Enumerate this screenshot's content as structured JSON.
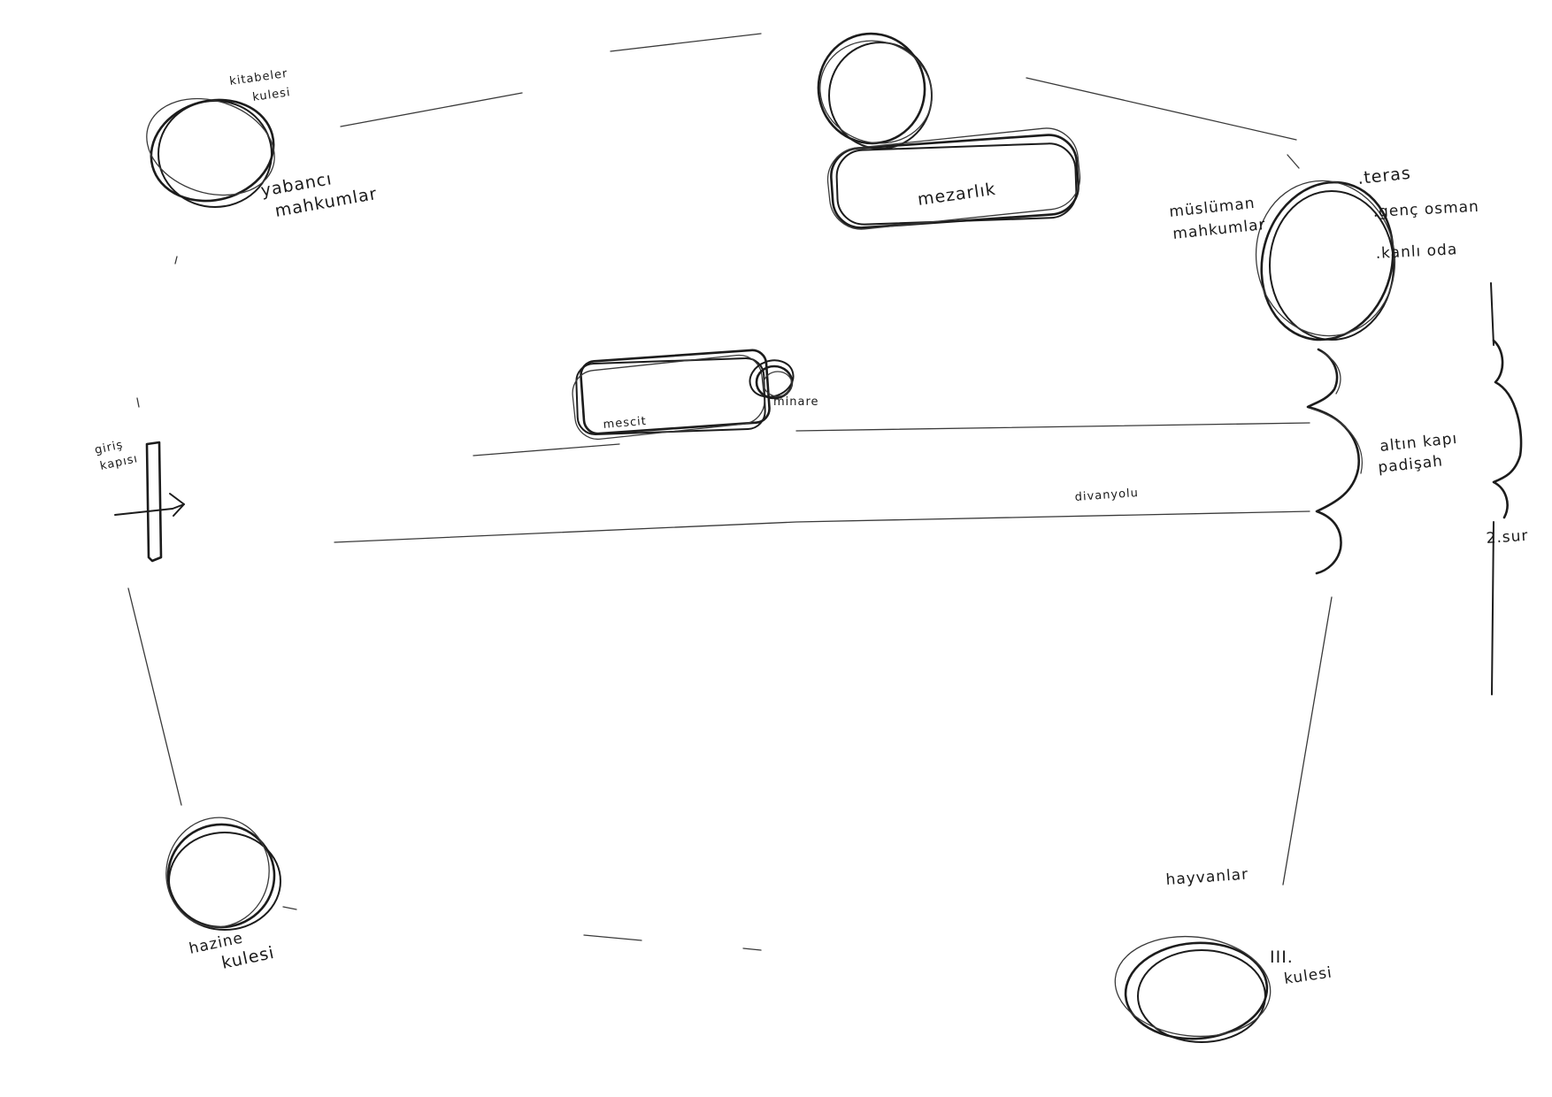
{
  "labels": {
    "kitabeler_kulesi_line1": "kitabeler",
    "kitabeler_kulesi_line2": "kulesi",
    "yabanci_line1": "yabancı",
    "yabanci_line2": "mahkumlar",
    "mezarlik": "mezarlık",
    "musluman_line1": "müslüman",
    "musluman_line2": "mahkumlar",
    "teras": ".teras",
    "genc_osman": ".genç osman",
    "kanli_oda": ".kanlı oda",
    "mescit": "mescit",
    "minare": "minare",
    "giris_line1": "giriş",
    "giris_line2": "kapısı",
    "divanyolu": "divanyolu",
    "altin_line1": "altın kapı",
    "altin_line2": "padişah",
    "sur": "2.sur",
    "hayvanlar": "hayvanlar",
    "hazine_line1": "hazine",
    "hazine_line2": "kulesi",
    "third_line1": "III.",
    "third_line2": "kulesi"
  }
}
